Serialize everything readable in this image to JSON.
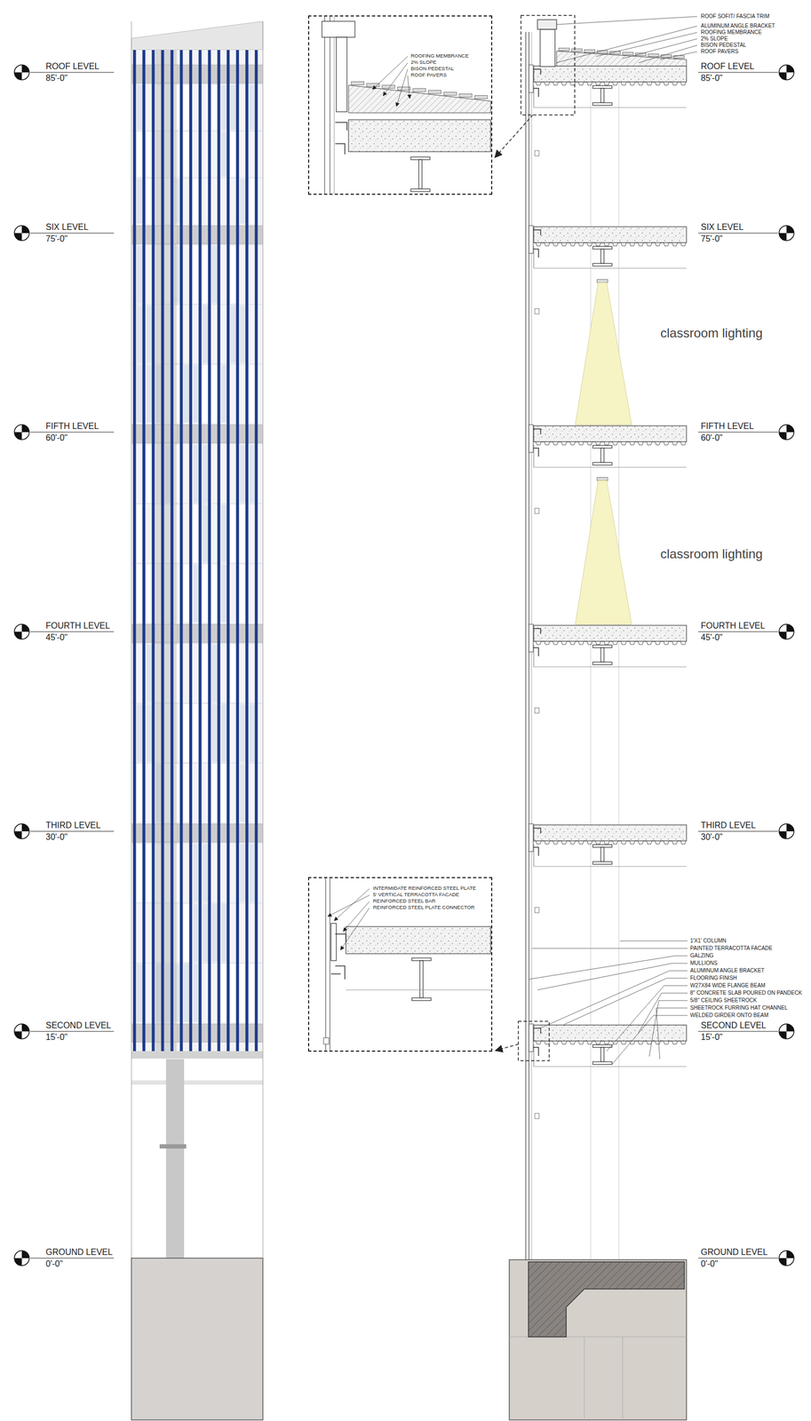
{
  "diagram": {
    "nodes": [
      {
        "text": [
          "ROOFING MEMBRANCE",
          "2% SLOPE",
          "BISON PEDESTAL",
          "ROOF PAVERS"
        ]
      },
      {
        "text": [
          "INTERMIDATE REINFORCED STEEL PLATE",
          "5' VERTICAL TERRACOTTA FACADE",
          "REINFORCED STEEL BAR",
          "REINFORCED STEEL PLATE CONNECTOR"
        ]
      }
    ],
    "labels": [
      "ROOF SOFIT/ FASCIA TRIM",
      "ALUMINUM ANGLE BRACKET",
      "ROOFING MEMBRANCE",
      "2% SLOPE",
      "BISON PEDESTAL",
      "ROOF PAVERS",
      "ROOF LEVEL",
      "85'-0\"",
      "ROOF LEVEL",
      "85'-0\"",
      "SIX LEVEL",
      "75'-0\"",
      "SIX LEVEL",
      "75'-0\"",
      "FIFTH LEVEL",
      "60'-0\"",
      "FIFTH LEVEL",
      "60'-0\"",
      "FOURTH LEVEL",
      "45'-0\"",
      "FOURTH LEVEL",
      "45'-0\"",
      "THIRD LEVEL",
      "30'-0\"",
      "THIRD LEVEL",
      "30'-0\"",
      "SECOND LEVEL",
      "15'-0\"",
      "SECOND LEVEL",
      "15'-0\"",
      "GROUND LEVEL",
      "0'-0\"",
      "GROUND LEVEL",
      "0'-0\"",
      "classroom lighting",
      "classroom lighting",
      "1'X1' COLUMN",
      "PAINTED TERRACOTTA FACADE",
      "GALZING",
      "MULLIONS",
      "ALUMINUM ANGLE BRACKET",
      "FLOORING FINISH",
      "W27X84 WIDE FLANGE BEAM",
      "8\" CONCRETE SLAB POURED ON PANDECK",
      "5/8\" CEILING SHEETROCK",
      "SHEETROCK FURRING HAT CHANNEL",
      "WELDED GIRDER ONTO BEAM"
    ]
  }
}
